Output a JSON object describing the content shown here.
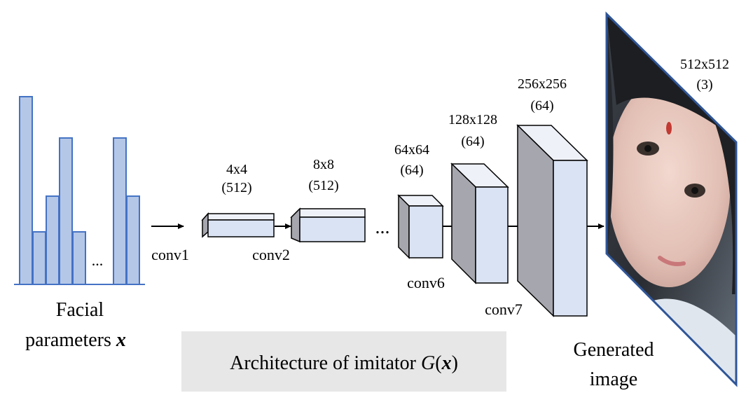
{
  "param_bars": {
    "values": [
      1.0,
      0.28,
      0.47,
      0.78,
      0.28,
      0.78,
      0.47
    ],
    "ellipsis": "...",
    "label_line1": "Facial",
    "label_line2": "parameters",
    "label_symbol": "x"
  },
  "layers": [
    {
      "name": "conv1",
      "size": "4x4",
      "channels": "(512)"
    },
    {
      "name": "conv2",
      "size": "8x8",
      "channels": "(512)"
    },
    {
      "name": "conv6",
      "size": "64x64",
      "channels": "(64)"
    },
    {
      "name": "",
      "size": "128x128",
      "channels": "(64)"
    },
    {
      "name": "conv7",
      "size": "256x256",
      "channels": "(64)"
    }
  ],
  "output": {
    "size": "512x512",
    "channels": "(3)",
    "label_line1": "Generated",
    "label_line2": "image"
  },
  "gap_ellipsis": "...",
  "caption": {
    "text": "Architecture of imitator",
    "func": "G",
    "paren_open": "(",
    "arg": "x",
    "paren_close": ")"
  },
  "colors": {
    "bar_fill": "#b4c7e7",
    "bar_stroke": "#4472c4",
    "block_front": "#dae3f3",
    "block_side": "#a6a6ae",
    "block_top": "#eef1f8",
    "caption_bg": "#e7e7e7"
  }
}
